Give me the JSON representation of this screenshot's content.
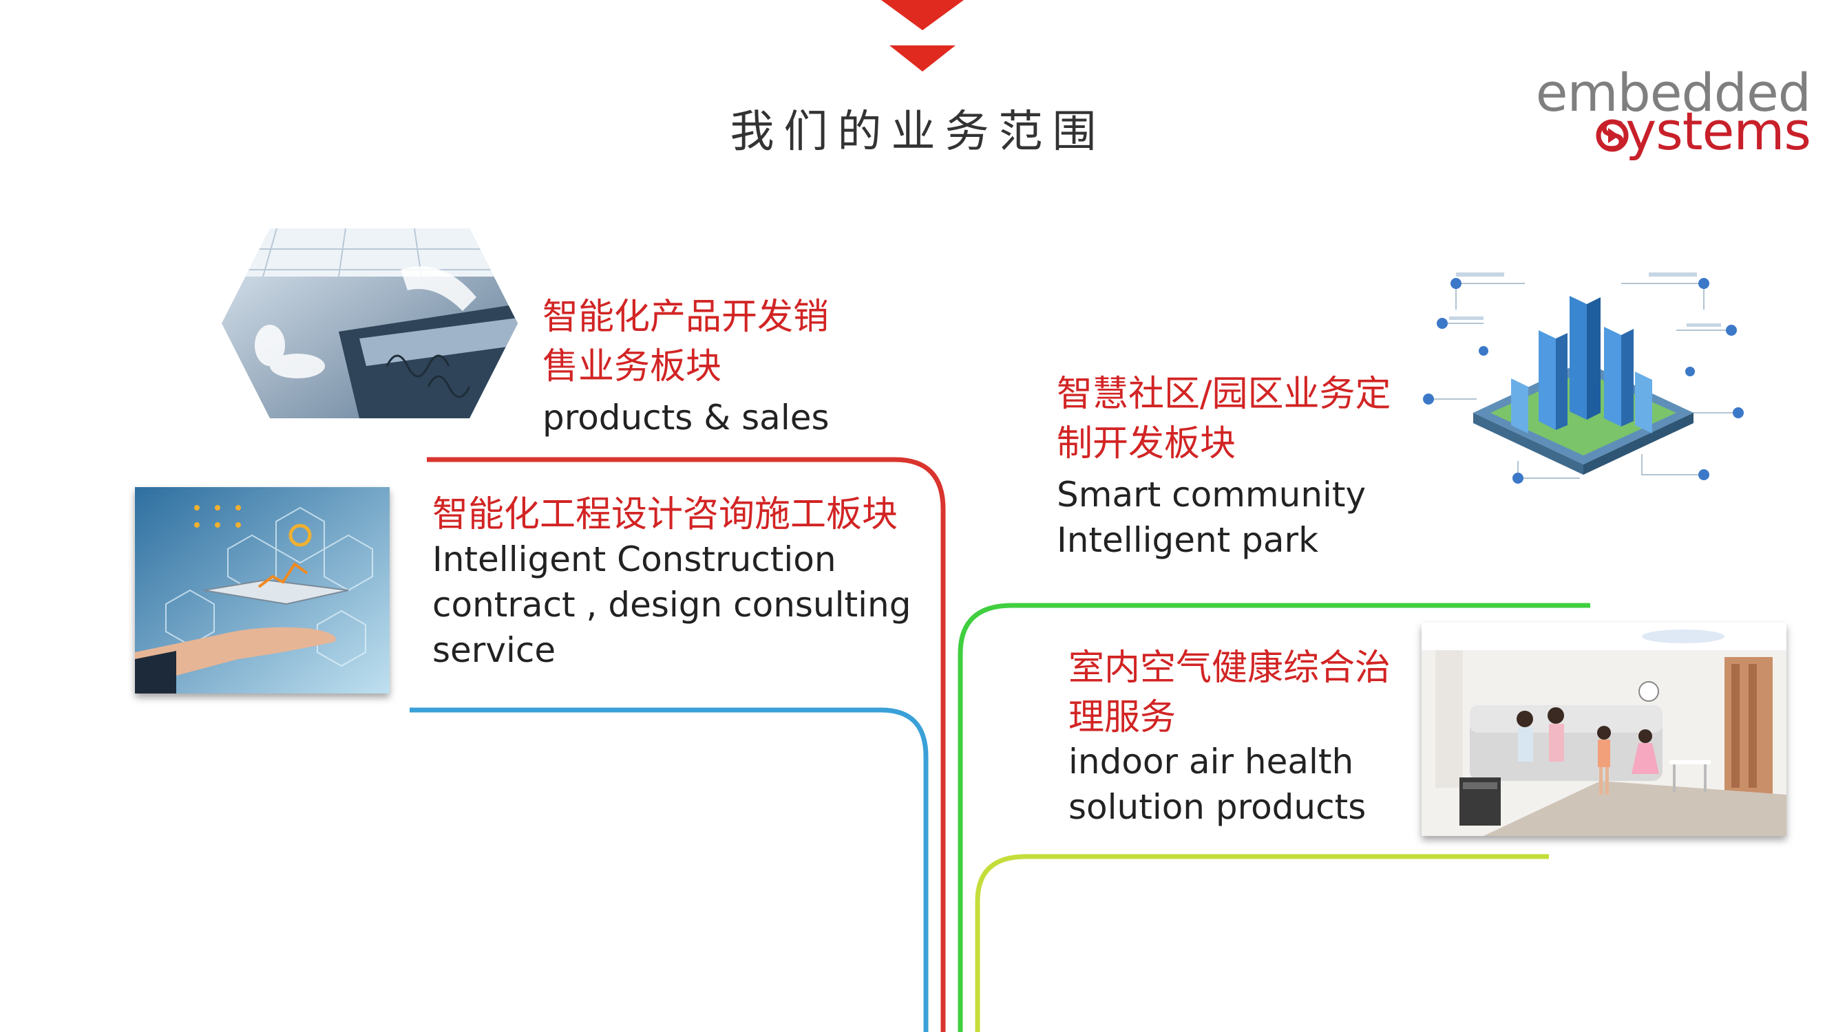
{
  "header": {
    "title": "我们的业务范围",
    "logo_line1": "embedded",
    "logo_line2": "systems"
  },
  "sections": [
    {
      "id": "products",
      "zh_lines": [
        "智能化产品开发销",
        "售业务板块"
      ],
      "en_lines": [
        "products & sales"
      ],
      "image_icon": "factory-robot-image"
    },
    {
      "id": "construction",
      "zh_lines": [
        "智能化工程设计咨询施工板块"
      ],
      "en_lines": [
        "Intelligent Construction",
        "contract , design consulting",
        "service"
      ],
      "image_icon": "hand-tablet-hexagon-image"
    },
    {
      "id": "community",
      "zh_lines": [
        "智慧社区/园区业务定",
        "制开发板块"
      ],
      "en_lines": [
        "Smart community",
        "Intelligent park"
      ],
      "image_icon": "smart-city-isometric-image"
    },
    {
      "id": "air",
      "zh_lines": [
        "室内空气健康综合治",
        "理服务"
      ],
      "en_lines": [
        "indoor air health",
        "solution products"
      ],
      "image_icon": "family-living-room-image"
    }
  ],
  "colors": {
    "accent_red": "#d22424",
    "line_red": "#d9342e",
    "line_blue": "#3aa0d8",
    "line_green": "#3fcf3f",
    "line_lime": "#c5dd3a"
  }
}
